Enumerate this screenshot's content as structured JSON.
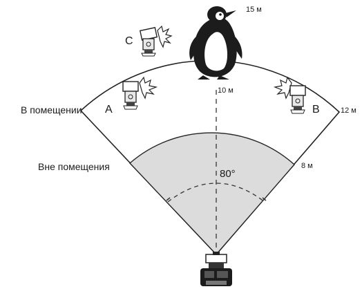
{
  "labels": {
    "indoors": "В помещении",
    "outdoors": "Вне помещения",
    "zone_a": "A",
    "zone_b": "B",
    "zone_c": "C",
    "dist_15": "15 м",
    "dist_12": "12 м",
    "dist_10": "10 м",
    "dist_8": "8 м",
    "angle": "80°"
  },
  "colors": {
    "outline": "#222222",
    "outdoor_fill": "#dcdcdc",
    "indoor_fill": "#ffffff"
  },
  "icons": {
    "subject": "penguin-icon",
    "camera": "camera-with-flash-icon",
    "remote_flash": "wireless-flash-unit-icon"
  }
}
